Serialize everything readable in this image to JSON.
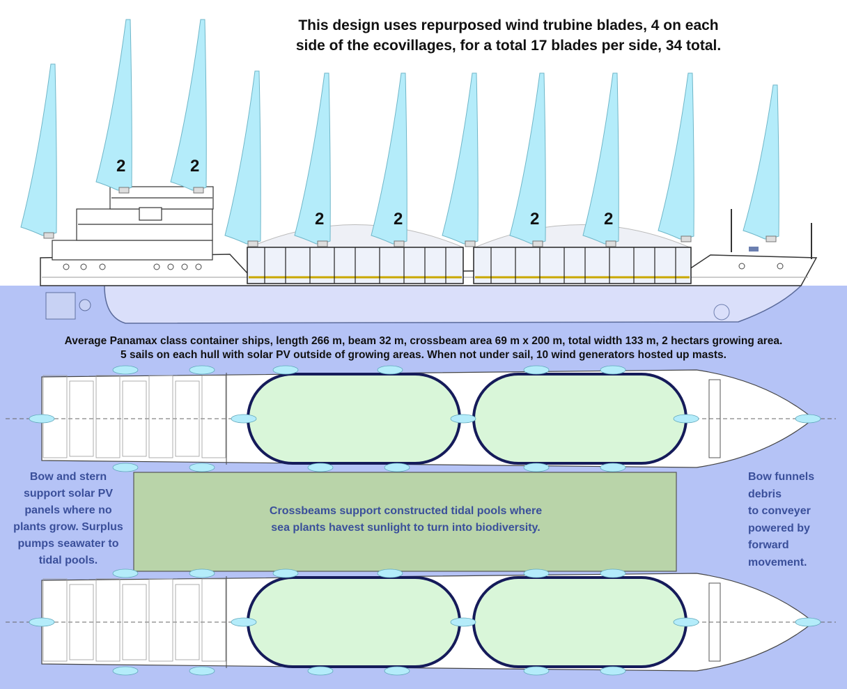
{
  "title_lines": [
    "This design uses repurposed wind trubine blades, 4 on each",
    "side of the ecovillages, for a total 17 blades per side, 34 total."
  ],
  "caption_lines": [
    "Average Panamax class container ships, length 266 m, beam 32 m, crossbeam area 69 m x 200 m, total width 133 m, 2 hectars growing area.",
    "5 sails on each hull with solar PV outside of growing areas. When not under sail, 10 wind generators hosted up masts."
  ],
  "left_note_lines": [
    "Bow and stern",
    "support solar PV",
    "panels where no",
    "plants grow. Surplus",
    "pumps seawater to",
    "tidal pools."
  ],
  "right_note_lines": [
    "Bow funnels",
    "debris",
    "to conveyer",
    "powered by",
    "forward",
    "movement."
  ],
  "center_note_lines": [
    "Crossbeams support constructed tidal pools where",
    "sea plants havest sunlight to turn into biodiversity."
  ],
  "blade_labels": [
    "2",
    "2",
    "2",
    "2",
    "2",
    "2"
  ],
  "colors": {
    "sea": "#b5c3f6",
    "hull_water": "#dadffa",
    "blade": "#b4ecfa",
    "pool_fill": "#d9f6d9",
    "pool_ring": "#151b5a",
    "crossbeam": "#b9d4a9",
    "note_text": "#3a4f9a",
    "ecovillage_frame": "#c9a800"
  },
  "icons": [
    "wind-turbine-blade-icon",
    "wind-generator-icon",
    "ship-hull-outline",
    "tidal-pool-ring"
  ]
}
